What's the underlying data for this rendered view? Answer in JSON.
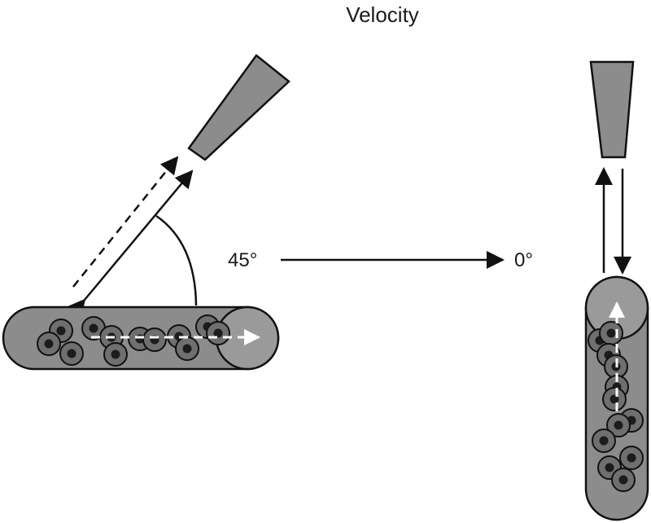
{
  "title": "Velocity",
  "angles": {
    "start": "45°",
    "end": "0°"
  },
  "colors": {
    "vessel_fill": "#8c8c8c",
    "cell_outer": "#6f6f6f",
    "cell_nucleus": "#1c1c1c",
    "stroke": "#111111",
    "flow_arrow": "#ffffff"
  }
}
